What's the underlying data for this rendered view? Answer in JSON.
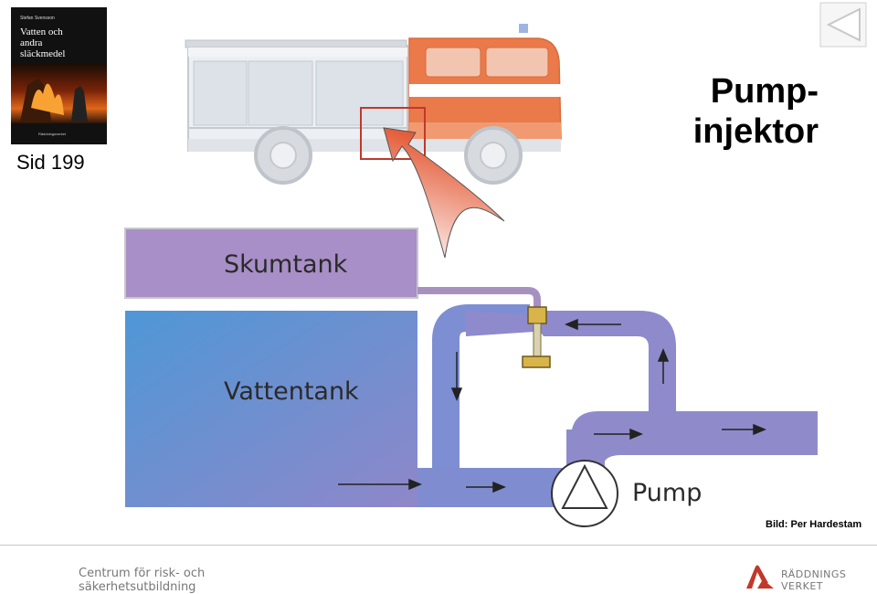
{
  "slide": {
    "title_line1": "Pump-",
    "title_line2": "injektor",
    "page_ref": "Sid 199",
    "credit": "Bild: Per Hardestam"
  },
  "book": {
    "author": "Stefan Svensson",
    "title_line1": "Vatten och",
    "title_line2": "andra",
    "title_line3": "släckmedel",
    "publisher": "Räddningsverket"
  },
  "diagram": {
    "foam_tank_label": "Skumtank",
    "water_tank_label": "Vattentank",
    "pump_label": "Pump"
  },
  "footer": {
    "org_line1": "Centrum för risk- och",
    "org_line2": "säkerhetsutbildning",
    "agency_line1": "RÄDDNINGS",
    "agency_line2": "VERKET"
  },
  "colors": {
    "foam": "#a78fc5",
    "water_top": "#4b93d4",
    "water_bottom": "#9585c8",
    "truck_red": "#e9703f",
    "accent_red": "#c0392b"
  },
  "icons": {
    "nav": "previous-triangle-icon",
    "logo": "raddningsverket-logo-icon"
  }
}
